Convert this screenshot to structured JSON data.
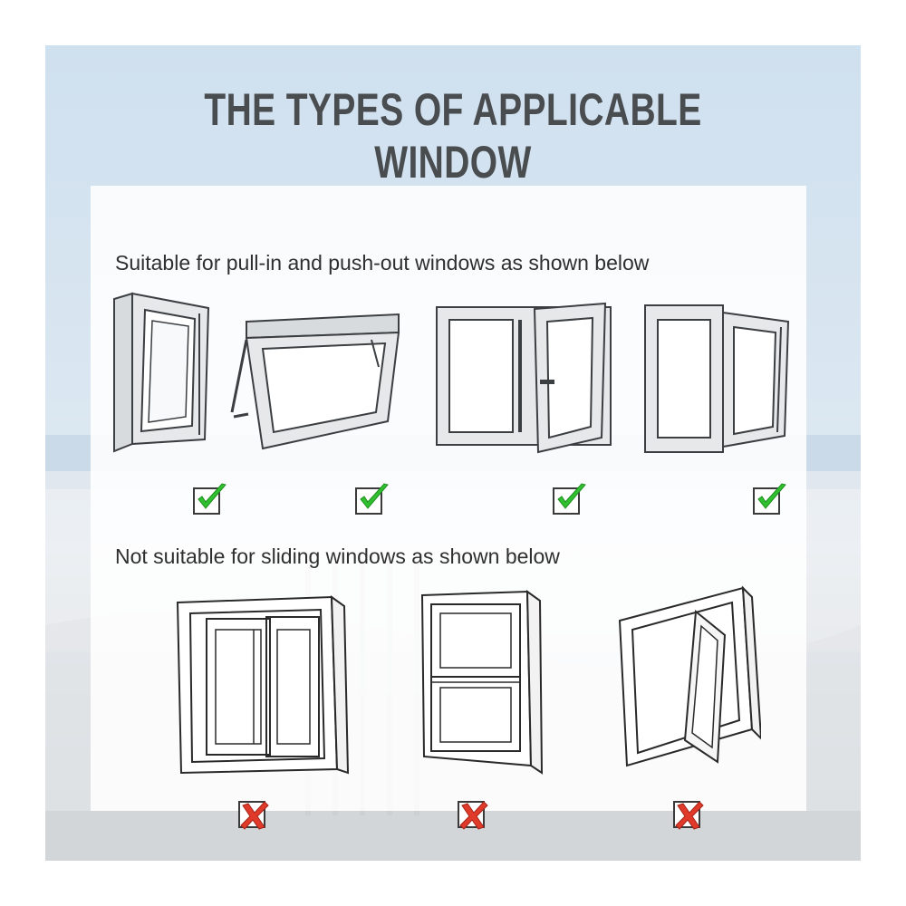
{
  "title": "THE TYPES OF APPLICABLE WINDOW",
  "suitable": {
    "heading": "Suitable for pull-in and push-out windows as shown below",
    "items": [
      {
        "kind": "tilt-turn-window",
        "mark": "check-mark-icon"
      },
      {
        "kind": "awning-window",
        "mark": "check-mark-icon"
      },
      {
        "kind": "double-casement-window",
        "mark": "check-mark-icon"
      },
      {
        "kind": "tilt-casement-window",
        "mark": "check-mark-icon"
      }
    ]
  },
  "not_suitable": {
    "heading": "Not suitable for sliding windows as shown below",
    "items": [
      {
        "kind": "horizontal-sliding-window",
        "mark": "cross-mark-icon"
      },
      {
        "kind": "vertical-sliding-window",
        "mark": "cross-mark-icon"
      },
      {
        "kind": "pivot-window",
        "mark": "cross-mark-icon"
      }
    ]
  },
  "colors": {
    "title": "#4a4d50",
    "text": "#2f2f2f",
    "check": "#2fbf2f",
    "cross": "#e03a2a",
    "frame_fill": "#e6e8ea",
    "frame_stroke": "#3c3f42"
  }
}
